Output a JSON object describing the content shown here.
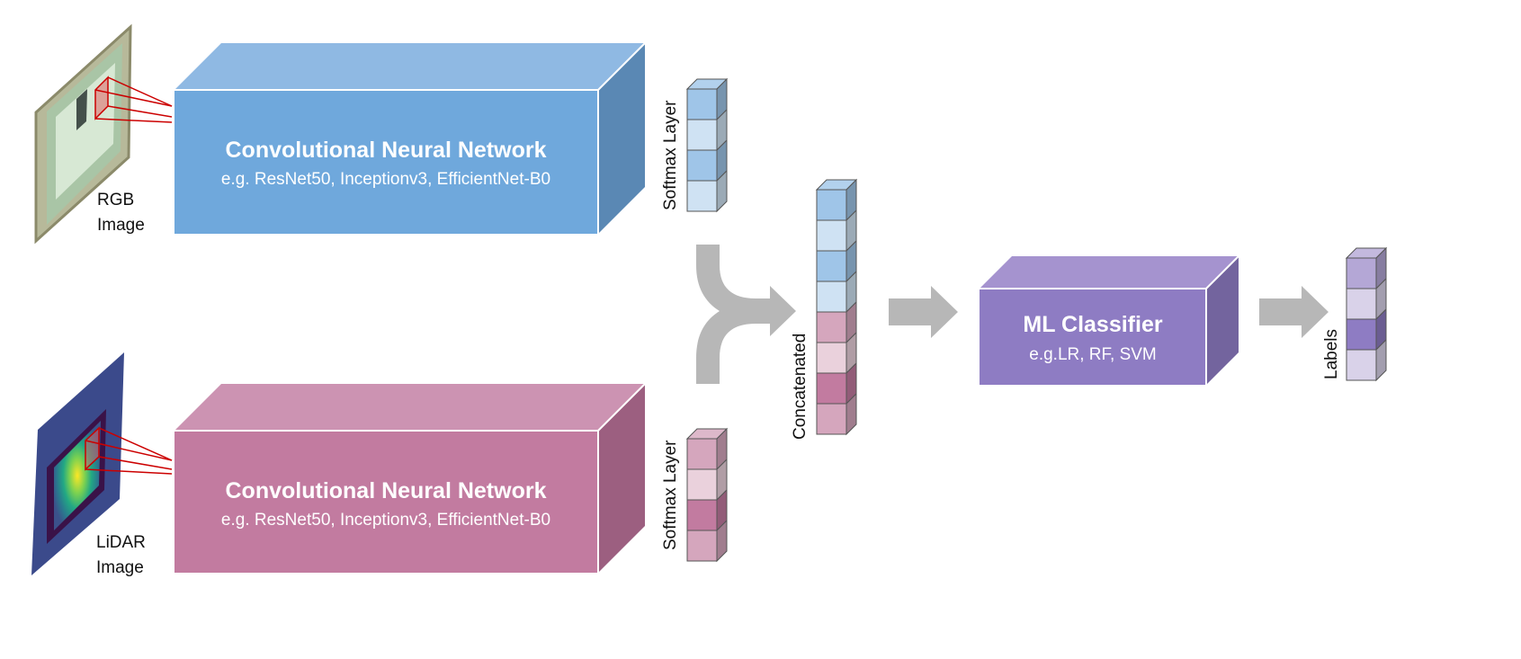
{
  "inputs": {
    "rgb": {
      "line1": "RGB",
      "line2": "Image"
    },
    "lidar": {
      "line1": "LiDAR",
      "line2": "Image"
    }
  },
  "cnn_top": {
    "title": "Convolutional Neural Network",
    "subtitle": "e.g. ResNet50, Inceptionv3, EfficientNet-B0",
    "colors": {
      "front": "#6fa8dc",
      "top": "#8fb9e3",
      "side": "#5a88b4"
    }
  },
  "cnn_bottom": {
    "title": "Convolutional Neural Network",
    "subtitle": "e.g. ResNet50, Inceptionv3, EfficientNet-B0",
    "colors": {
      "front": "#c27ba0",
      "top": "#cc93b2",
      "side": "#9c5f80"
    }
  },
  "softmax_top": {
    "label": "Softmax Layer",
    "cells": [
      "#9fc5e8",
      "#cfe2f3",
      "#9fc5e8",
      "#cfe2f3"
    ]
  },
  "softmax_bottom": {
    "label": "Softmax Layer",
    "cells": [
      "#d5a6bd",
      "#ead1dc",
      "#c27ba0",
      "#d5a6bd"
    ]
  },
  "concatenated": {
    "label": "Concatenated",
    "cells": [
      "#9fc5e8",
      "#cfe2f3",
      "#9fc5e8",
      "#cfe2f3",
      "#d5a6bd",
      "#ead1dc",
      "#c27ba0",
      "#d5a6bd"
    ]
  },
  "classifier": {
    "title": "ML Classifier",
    "subtitle": "e.g.LR, RF, SVM",
    "colors": {
      "front": "#8e7cc3",
      "top": "#a593cf",
      "side": "#73649e"
    }
  },
  "labels": {
    "label": "Labels",
    "cells": [
      "#b4a7d6",
      "#d9d2e9",
      "#8e7cc3",
      "#d9d2e9"
    ]
  },
  "colors": {
    "arrow": "#b7b7b7",
    "kernel": "#cc0000",
    "cell_border": "#555555"
  }
}
